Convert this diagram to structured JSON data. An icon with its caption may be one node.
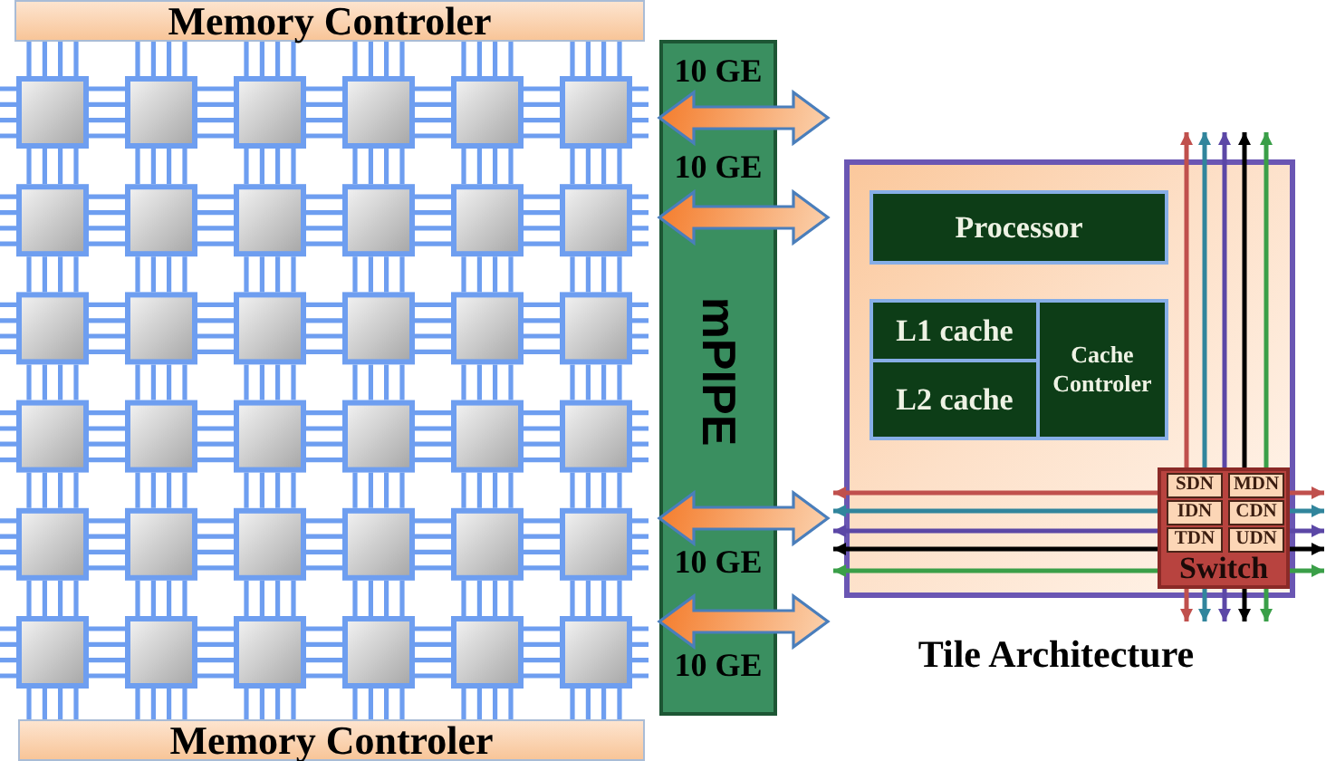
{
  "diagram": {
    "nodes": [
      {
        "text": [
          "Memory Controler"
        ]
      },
      {
        "text": [
          "10 GE",
          "10 GE",
          "mPIPE",
          "10 GE",
          "10 GE"
        ]
      },
      {
        "text": [
          "Tile Architecture"
        ]
      },
      {
        "text": [
          "Processor"
        ],
        "in": 2
      },
      {
        "text": [
          "L1 cache"
        ],
        "in": 2
      },
      {
        "text": [
          "L2 cache"
        ],
        "in": 2
      },
      {
        "text": [
          "Cache Controler"
        ],
        "in": 2
      },
      {
        "text": [
          "Switch"
        ],
        "in": 2
      },
      {
        "text": [
          "SDN"
        ],
        "in": 7
      },
      {
        "text": [
          "MDN"
        ],
        "in": 7
      },
      {
        "text": [
          "IDN"
        ],
        "in": 7
      },
      {
        "text": [
          "CDN"
        ],
        "in": 7
      },
      {
        "text": [
          "TDN"
        ],
        "in": 7
      },
      {
        "text": [
          "UDN"
        ],
        "in": 7
      },
      {
        "text": [
          "Memory Controler"
        ]
      }
    ],
    "edges": [
      {
        "from": 1,
        "to": null,
        "arrow": "both",
        "style": "thick",
        "color": "#f47b2a"
      },
      {
        "from": 1,
        "to": null,
        "arrow": "both",
        "style": "thick",
        "color": "#f47b2a"
      },
      {
        "from": 1,
        "to": null,
        "arrow": "both",
        "style": "thick",
        "color": "#f47b2a"
      },
      {
        "from": 1,
        "to": null,
        "arrow": "both",
        "style": "thick",
        "color": "#f47b2a"
      },
      {
        "from": 7,
        "to": null,
        "arrow": "to",
        "color": "#c0504d"
      },
      {
        "from": 7,
        "to": null,
        "arrow": "to",
        "color": "#c0504d"
      },
      {
        "from": 7,
        "to": null,
        "arrow": "to",
        "color": "#c0504d"
      },
      {
        "from": 7,
        "to": null,
        "arrow": "to",
        "color": "#c0504d"
      },
      {
        "from": 7,
        "to": null,
        "arrow": "to",
        "color": "#31859c"
      },
      {
        "from": 7,
        "to": null,
        "arrow": "to",
        "color": "#31859c"
      },
      {
        "from": 7,
        "to": null,
        "arrow": "to",
        "color": "#31859c"
      },
      {
        "from": 7,
        "to": null,
        "arrow": "to",
        "color": "#31859c"
      },
      {
        "from": 7,
        "to": null,
        "arrow": "to",
        "color": "#5b47a6"
      },
      {
        "from": 7,
        "to": null,
        "arrow": "to",
        "color": "#5b47a6"
      },
      {
        "from": 7,
        "to": null,
        "arrow": "to",
        "color": "#5b47a6"
      },
      {
        "from": 7,
        "to": null,
        "arrow": "to",
        "color": "#5b47a6"
      },
      {
        "from": 7,
        "to": null,
        "arrow": "to",
        "color": "#000000"
      },
      {
        "from": 7,
        "to": null,
        "arrow": "to",
        "color": "#000000"
      },
      {
        "from": 7,
        "to": null,
        "arrow": "to",
        "color": "#000000"
      },
      {
        "from": 7,
        "to": null,
        "arrow": "to",
        "color": "#000000"
      },
      {
        "from": 7,
        "to": null,
        "arrow": "to",
        "color": "#3a9f48"
      },
      {
        "from": 7,
        "to": null,
        "arrow": "to",
        "color": "#3a9f48"
      },
      {
        "from": 7,
        "to": null,
        "arrow": "to",
        "color": "#3a9f48"
      },
      {
        "from": 7,
        "to": null,
        "arrow": "to",
        "color": "#3a9f48"
      }
    ]
  }
}
